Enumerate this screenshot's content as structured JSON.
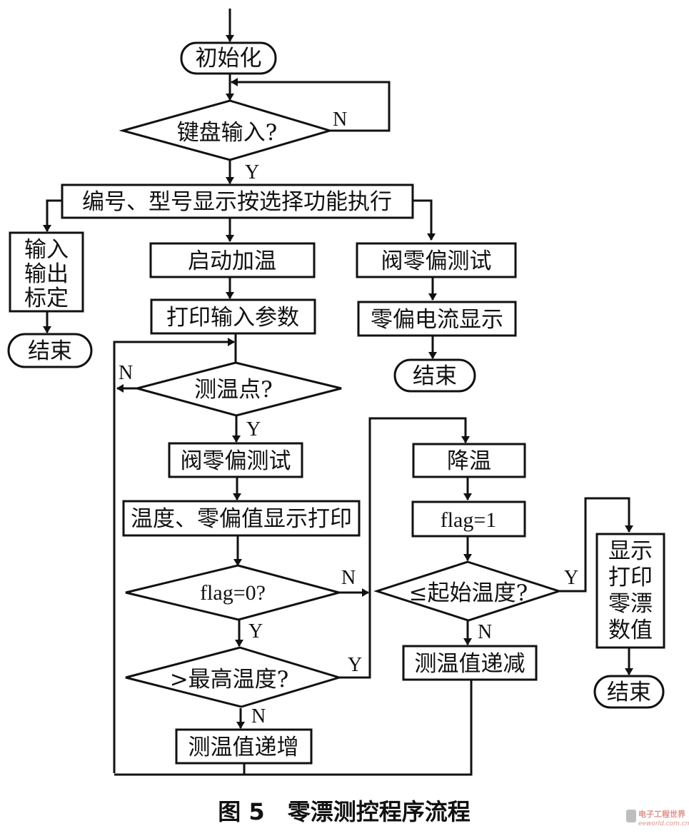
{
  "nodes": {
    "init": "初始化",
    "keyboard_input": "键盘输入?",
    "select_function": "编号、型号显示按选择功能执行",
    "io_calibration": [
      "输入",
      "输出",
      "标定"
    ],
    "end_left": "结束",
    "start_heating": "启动加温",
    "print_params": "打印输入参数",
    "valve_test_right": "阀零偏测试",
    "current_display": "零偏电流显示",
    "end_right_top": "结束",
    "temp_point": "测温点?",
    "valve_test_mid": "阀零偏测试",
    "temp_display_print": "温度、零偏值显示打印",
    "flag_zero": "flag=0?",
    "max_temp": ">最高温度?",
    "temp_increment": "测温值递增",
    "cooling": "降温",
    "flag_one": "flag=1",
    "start_temp": "≤起始温度?",
    "temp_decrement": "测温值递减",
    "show_print_drift": [
      "显示",
      "打印",
      "零漂",
      "数值"
    ],
    "end_bottom_right": "结束"
  },
  "branch_labels": {
    "yes": "Y",
    "no": "N"
  },
  "caption": "图 5　零漂测控程序流程",
  "watermark": {
    "line1": "电子工程世界",
    "line2": "eeworld.com.cn"
  }
}
